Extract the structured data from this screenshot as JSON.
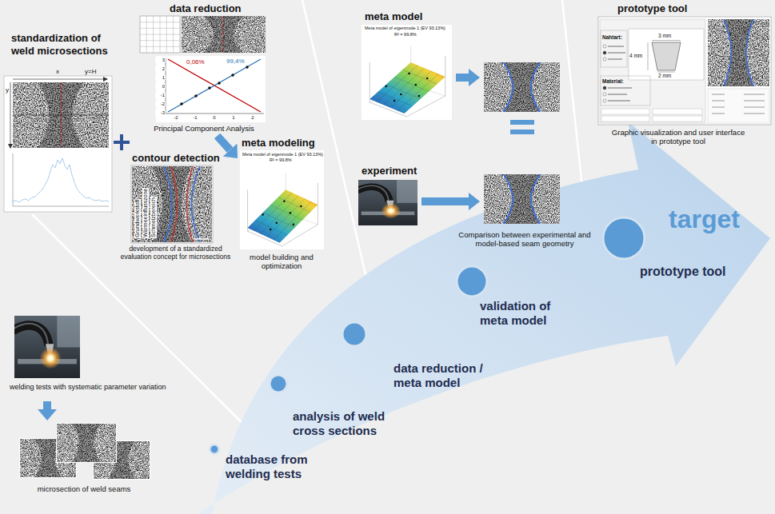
{
  "diagram": {
    "nodes": [
      {
        "text": [
          "standardization of weld microsections"
        ]
      },
      {
        "text": [
          "contour detection",
          "development of a standardized evaluation concept for microsections"
        ]
      },
      {
        "text": [
          "data reduction",
          "Principal Component Analysis"
        ]
      },
      {
        "text": [
          "meta modeling",
          "model building and optimization"
        ]
      },
      {
        "text": [
          "meta model"
        ]
      },
      {
        "text": [
          "experiment",
          "Comparison between experimental and model-based seam geometry"
        ]
      },
      {
        "text": [
          "prototype tool",
          "Graphic visualization and user interface in prototype tool"
        ]
      },
      {
        "text": [
          "welding tests with systematic parameter variation"
        ]
      },
      {
        "text": [
          "microsection of weld seams"
        ]
      },
      {
        "text": [
          "database from welding tests"
        ]
      },
      {
        "text": [
          "analysis of weld cross sections"
        ]
      },
      {
        "text": [
          "data reduction / meta model"
        ]
      },
      {
        "text": [
          "validation of meta model"
        ]
      },
      {
        "text": [
          "prototype tool"
        ]
      }
    ],
    "edges": [
      {
        "from": 2,
        "to": 3,
        "arrow": "to"
      },
      {
        "from": 7,
        "to": 8,
        "arrow": "to"
      }
    ],
    "labels": [
      "x",
      "y=H",
      "y",
      "3",
      "2",
      "1",
      "0",
      "-1",
      "-2",
      "-3",
      "-2",
      "-1",
      "0",
      "1",
      "2",
      "0,06%",
      "99,4%",
      "Meta model of eigenmode 1 (EV 93.13%)",
      "R² = 99.8%",
      "Meta model of eigenmode 1 (EV 93.13%)",
      "R² = 99.8%",
      "Grundwerkstoff",
      "Wärmeeinflusszone",
      "Schmelzbereich",
      "Nahtart:",
      "3 mm",
      "4 mm",
      "2 mm",
      "Material:",
      "target"
    ]
  }
}
